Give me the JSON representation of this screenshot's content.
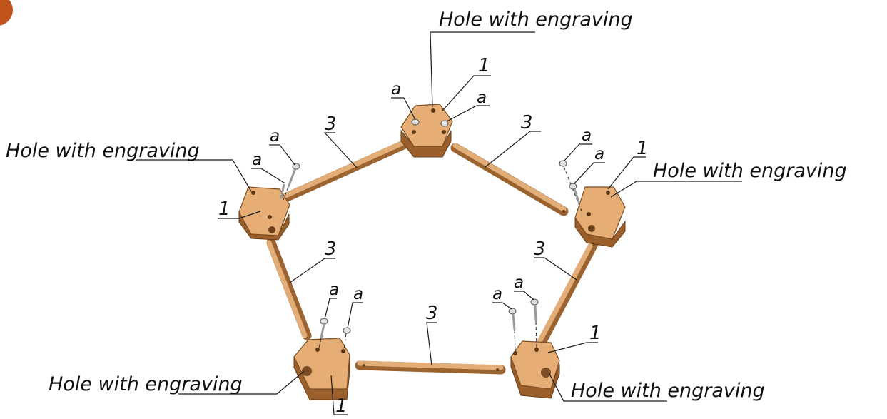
{
  "colors": {
    "wood_light": "#e8b27c",
    "wood_mid": "#d59a62",
    "wood_dark": "#b57a45",
    "wood_edge": "#7a4d24",
    "screw": "#c9c9c9",
    "corner_badge": "#c0541b"
  },
  "labels": {
    "hole_with_engraving": "Hole with engraving",
    "part_hub": "1",
    "part_rod": "3",
    "part_screw": "a"
  }
}
